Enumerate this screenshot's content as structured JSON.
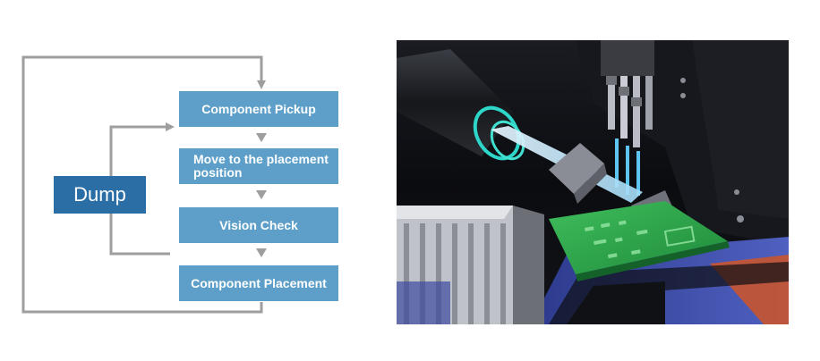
{
  "flowchart": {
    "steps": [
      "Component Pickup",
      "Move to the placement position",
      "Vision Check",
      "Component Placement"
    ],
    "dump_label": "Dump",
    "colors": {
      "step_fill": "#5d9fc8",
      "dump_fill": "#2b6ea5",
      "connector": "#9e9e9e",
      "text": "#ffffff"
    }
  },
  "illustration": {
    "subject": "pick-and-place-machine-3d-render",
    "colors": {
      "background": "#0b0c10",
      "pcb": "#2ea84a",
      "rail": "#3b4aa8"
    }
  }
}
